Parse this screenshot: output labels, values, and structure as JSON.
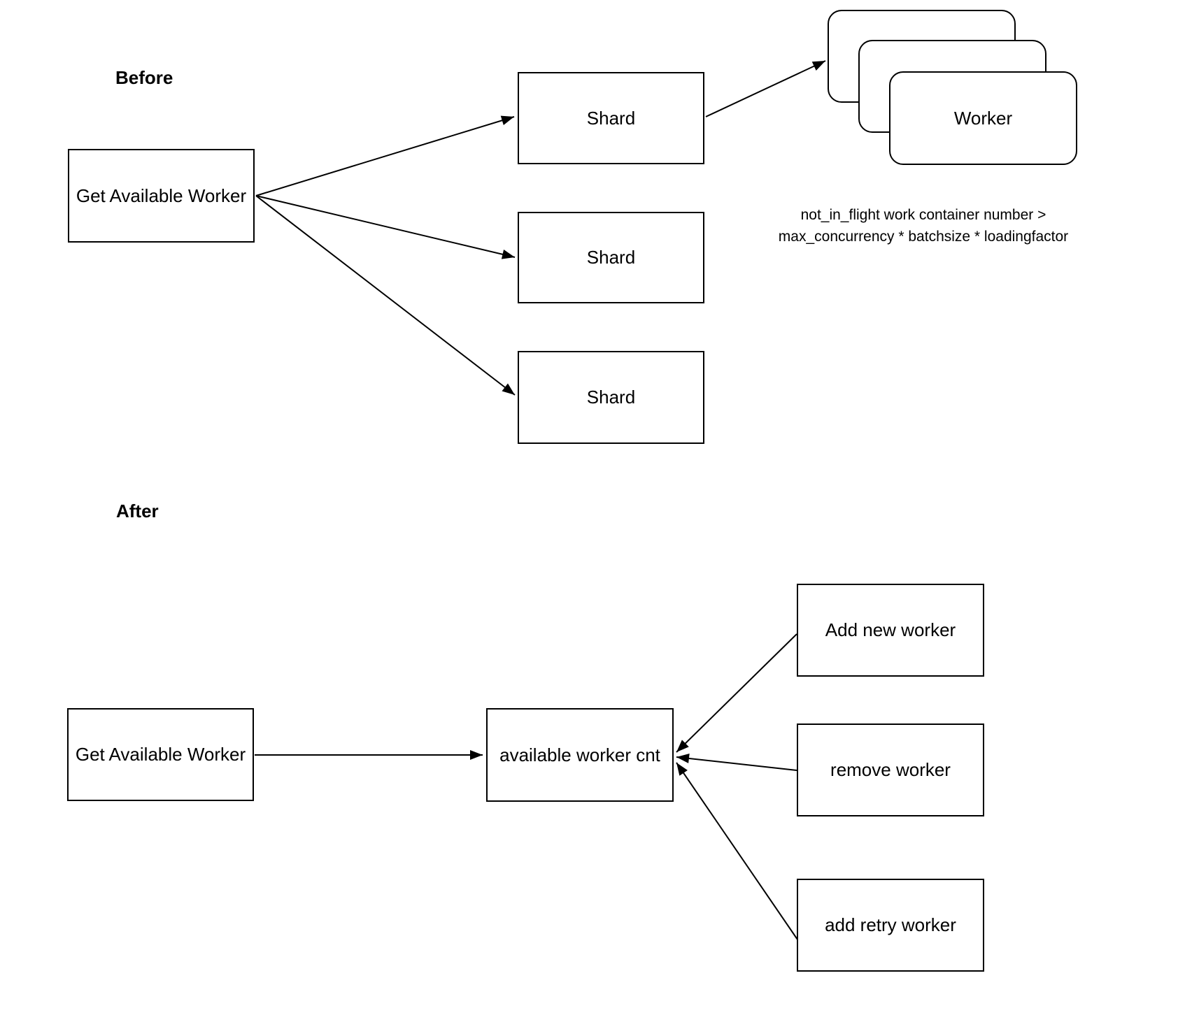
{
  "colors": {
    "background": "#ffffff",
    "stroke": "#000000",
    "text": "#000000"
  },
  "before": {
    "label": "Before",
    "source_node": "Get Available Worker",
    "shard_nodes": [
      "Shard",
      "Shard",
      "Shard"
    ],
    "worker_node": "Worker",
    "caption": {
      "line1": "not_in_flight work container number >",
      "line2": "max_concurrency * batchsize * loadingfactor"
    }
  },
  "after": {
    "label": "After",
    "source_node": "Get Available Worker",
    "counter_node": "available worker cnt",
    "operation_nodes": [
      "Add new worker",
      "remove worker",
      "add retry worker"
    ]
  }
}
